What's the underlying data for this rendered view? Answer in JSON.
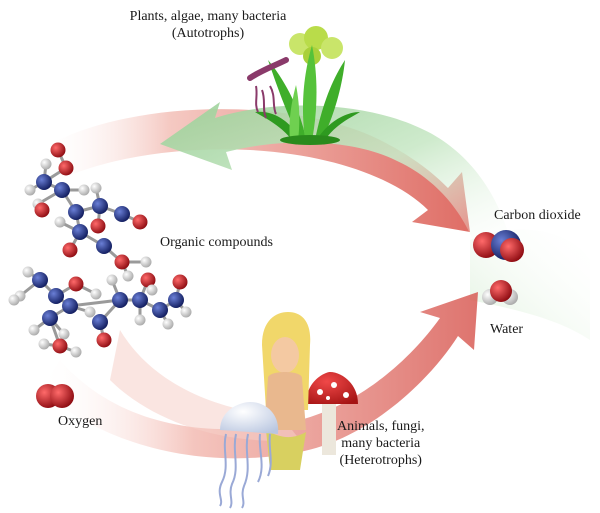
{
  "autotrophs": {
    "line1": "Plants, algae, many bacteria",
    "line2": "(Autotrophs)"
  },
  "organic_compounds": "Organic compounds",
  "carbon_dioxide": "Carbon dioxide",
  "water": "Water",
  "oxygen": "Oxygen",
  "heterotrophs": {
    "line1": "Animals, fungi,",
    "line2": "many bacteria",
    "line3": "(Heterotrophs)"
  },
  "colors": {
    "red_arrow": "#d9534a",
    "green_arrow": "#9fd3a0",
    "atom_carbon": "#1e2f7a",
    "atom_oxygen": "#c8161e",
    "atom_hydrogen": "#e6e6e6",
    "plant_green": "#3fae2a"
  }
}
